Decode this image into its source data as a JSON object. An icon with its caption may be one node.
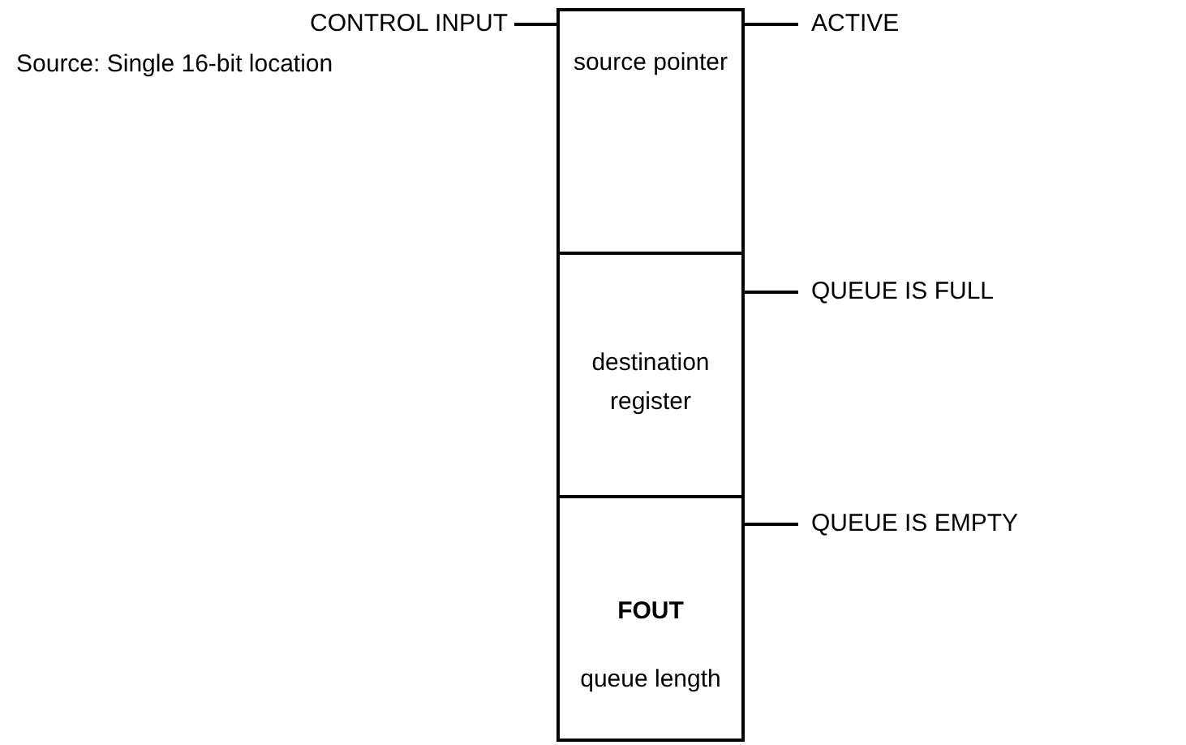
{
  "diagram": {
    "nodes": [
      {
        "text": [
          "source pointer"
        ]
      },
      {
        "text": [
          "destination register"
        ]
      },
      {
        "text": [
          "FOUT",
          "queue length"
        ]
      },
      {
        "text": [
          "CONTROL INPUT"
        ]
      },
      {
        "text": [
          "ACTIVE"
        ]
      },
      {
        "text": [
          "QUEUE IS FULL"
        ]
      },
      {
        "text": [
          "QUEUE IS EMPTY"
        ]
      }
    ],
    "edges": [
      {
        "from": 3,
        "to": 0,
        "arrow": "none"
      },
      {
        "from": 0,
        "to": 4,
        "arrow": "none"
      },
      {
        "from": 1,
        "to": 5,
        "arrow": "none"
      },
      {
        "from": 2,
        "to": 6,
        "arrow": "none"
      }
    ],
    "labels": [
      "Source: Single 16-bit location"
    ]
  }
}
